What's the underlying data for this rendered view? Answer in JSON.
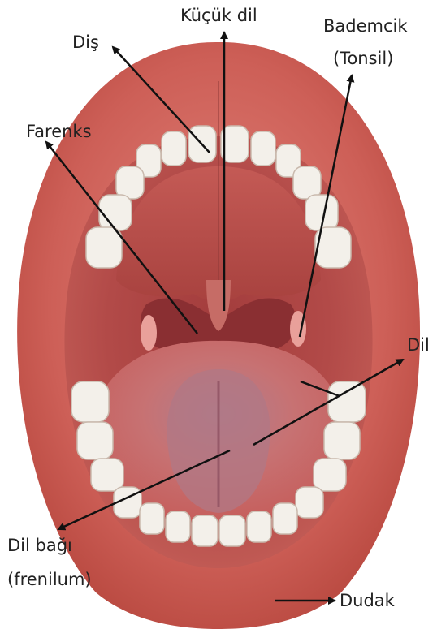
{
  "labels": {
    "kucuk_dil": "Küçük dil",
    "dis": "Diş",
    "bademcik_line1": "Bademcik",
    "bademcik_line2": "(Tonsil)",
    "farenks": "Farenks",
    "dil": "Dil",
    "dil_bagi_line1": "Dil bağı",
    "dil_bagi_line2": "(frenilum)",
    "dudak": "Dudak"
  },
  "colors": {
    "lip": "#c8574f",
    "palate": "#b9504c",
    "tongue": "#c86a6a",
    "teeth": "#f3f0ea",
    "arrow": "#111111"
  }
}
